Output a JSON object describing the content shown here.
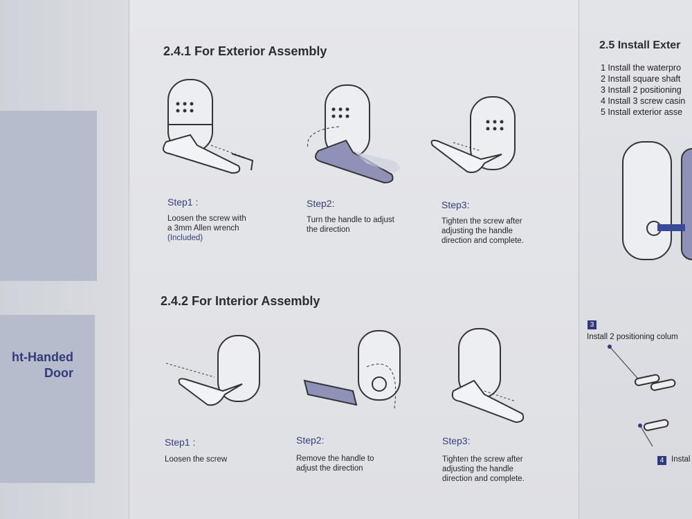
{
  "left": {
    "door_label_line1": "ht-Handed",
    "door_label_line2": "Door"
  },
  "exterior": {
    "title": "2.4.1 For Exterior Assembly",
    "steps": [
      {
        "label": "Step1 :",
        "lines": [
          "Loosen the screw with",
          "a 3mm Allen wrench"
        ],
        "note": "(Included)"
      },
      {
        "label": "Step2:",
        "lines": [
          "Turn the handle to adjust",
          "the direction"
        ]
      },
      {
        "label": "Step3:",
        "lines": [
          "Tighten the screw after",
          "adjusting the handle",
          "direction and complete."
        ]
      }
    ]
  },
  "interior": {
    "title": "2.4.2 For Interior Assembly",
    "steps": [
      {
        "label": "Step1 :",
        "lines": [
          "Loosen the screw"
        ]
      },
      {
        "label": "Step2:",
        "lines": [
          "Remove the handle to",
          "adjust the direction"
        ]
      },
      {
        "label": "Step3:",
        "lines": [
          "Tighten the screw after",
          "adjusting the handle",
          "direction and complete."
        ]
      }
    ]
  },
  "right": {
    "title": "2.5 Install Exter",
    "list": [
      "1 Install the waterpro",
      "2 Install square shaft",
      "3 Install 2 positioning",
      "4 Install 3 screw casin",
      "5 Install exterior asse"
    ],
    "badge3": "3",
    "badge3_text": "Install 2 positioning colum",
    "badge4": "4",
    "badge4_text": "Instal"
  },
  "colors": {
    "accent": "#34407e",
    "handle_fill": "#8e92b8"
  }
}
